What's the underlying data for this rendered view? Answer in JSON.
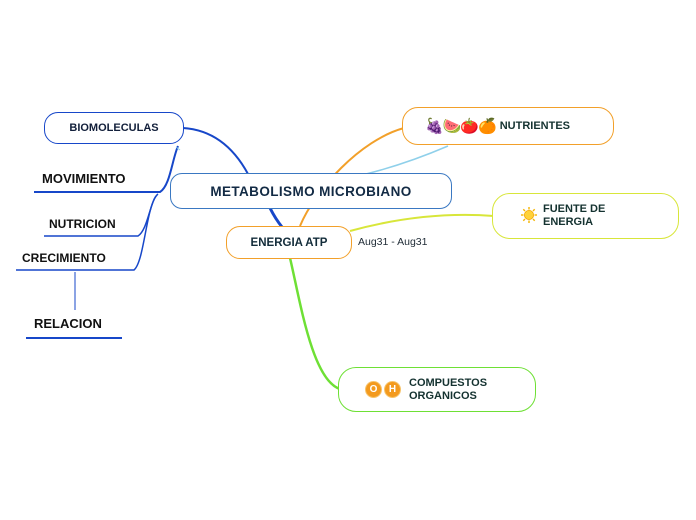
{
  "central": "METABOLISMO MICROBIANO",
  "left": {
    "biomoleculas": "BIOMOLECULAS",
    "movimiento": "MOVIMIENTO",
    "nutricion": "NUTRICION",
    "crecimiento": "CRECIMIENTO",
    "relacion": "RELACION"
  },
  "right": {
    "energia_atp": "ENERGIA ATP",
    "energia_atp_note": "Aug31 - Aug31",
    "nutrientes_icons": "🍇🍉🍅🍊",
    "nutrientes": "NUTRIENTES",
    "fuente_line1": "FUENTE DE",
    "fuente_line2": "ENERGIA",
    "compuestos_icon_1": "O",
    "compuestos_icon_2": "H",
    "compuestos_line1": "COMPUESTOS",
    "compuestos_line2": "ORGANICOS"
  },
  "colors": {
    "blue_branch": "#1747c9",
    "central_border": "#3a78c2",
    "orange_branch": "#f2a02a",
    "yellow_branch": "#d8e63a",
    "green_branch": "#6ee035",
    "light_blue_link": "#8fd0ea"
  }
}
